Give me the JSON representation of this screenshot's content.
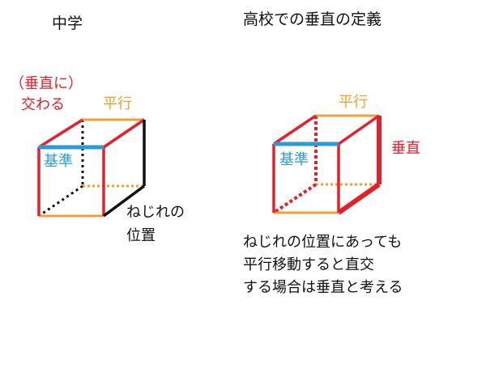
{
  "colors": {
    "red": "#e5202a",
    "orange": "#f0a030",
    "blue": "#2a9bd6",
    "black": "#111111"
  },
  "left": {
    "title": "中学",
    "cross_line1": "（垂直に）",
    "cross_line2": "交わる",
    "parallel": "平行",
    "base": "基準",
    "skew_line1": "ねじれの",
    "skew_line2": "位置"
  },
  "right": {
    "title": "高校での垂直の定義",
    "parallel": "平行",
    "base": "基準",
    "perpendicular": "垂直",
    "note_lines": [
      "ねじれの位置にあっても",
      "平行移動すると直交",
      "する場合は垂直と考える"
    ]
  }
}
